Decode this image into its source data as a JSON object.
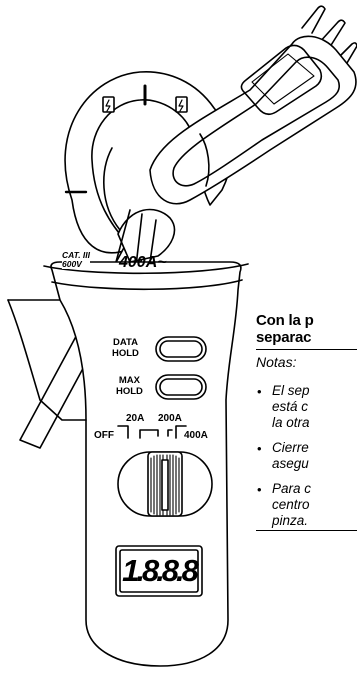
{
  "meter": {
    "category_line1": "CAT. III",
    "category_line2": "600V",
    "range_label": "400A~",
    "data_hold_line1": "DATA",
    "data_hold_line2": "HOLD",
    "max_hold_line1": "MAX",
    "max_hold_line2": "HOLD",
    "switch_off": "OFF",
    "switch_20a": "20A",
    "switch_200a": "200A",
    "switch_400a": "400A",
    "display_value": "1.8.8.8"
  },
  "text": {
    "heading_line1": "Con la p",
    "heading_line2": "separac",
    "notes_label": "Notas:",
    "bullets": [
      {
        "line1": "El sep",
        "line2": "está c",
        "line3": "la otra"
      },
      {
        "line1": "Cierre",
        "line2": "asegu"
      },
      {
        "line1": "Para c",
        "line2": "centro",
        "line3": "pinza."
      }
    ]
  }
}
